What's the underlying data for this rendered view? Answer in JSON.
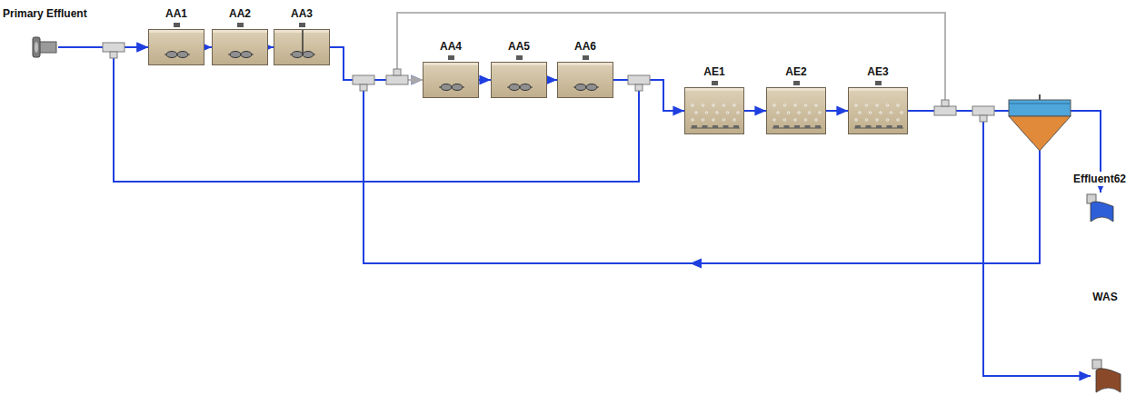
{
  "diagram": {
    "nodes": [
      {
        "text": [
          "Primary Effluent"
        ]
      },
      {
        "text": [
          "AA1"
        ]
      },
      {
        "text": [
          "AA2"
        ]
      },
      {
        "text": [
          "AA3"
        ]
      },
      {
        "text": [
          "AA4"
        ]
      },
      {
        "text": [
          "AA5"
        ]
      },
      {
        "text": [
          "AA6"
        ]
      },
      {
        "text": [
          "AE1"
        ]
      },
      {
        "text": [
          "AE2"
        ]
      },
      {
        "text": [
          "AE3"
        ]
      },
      {
        "text": [
          "Effluent62"
        ]
      },
      {
        "text": [
          "WAS"
        ]
      }
    ],
    "edges": [
      {
        "from": 0,
        "to": 1,
        "arrow": "to"
      },
      {
        "from": 1,
        "to": 2,
        "arrow": "to"
      },
      {
        "from": 2,
        "to": 3,
        "arrow": "to"
      },
      {
        "from": 3,
        "to": 4,
        "arrow": "to"
      },
      {
        "from": 4,
        "to": 5,
        "arrow": "to"
      },
      {
        "from": 5,
        "to": 6,
        "arrow": "to"
      },
      {
        "from": 6,
        "to": 7,
        "arrow": "to"
      },
      {
        "from": 6,
        "to": 1,
        "arrow": "to"
      },
      {
        "from": 7,
        "to": 8,
        "arrow": "to"
      },
      {
        "from": 8,
        "to": 9,
        "arrow": "to"
      },
      {
        "from": 9,
        "to": 4,
        "arrow": "to"
      },
      {
        "from": 9,
        "to": 10,
        "arrow": "to"
      },
      {
        "from": 9,
        "to": 11,
        "arrow": "to"
      }
    ]
  }
}
